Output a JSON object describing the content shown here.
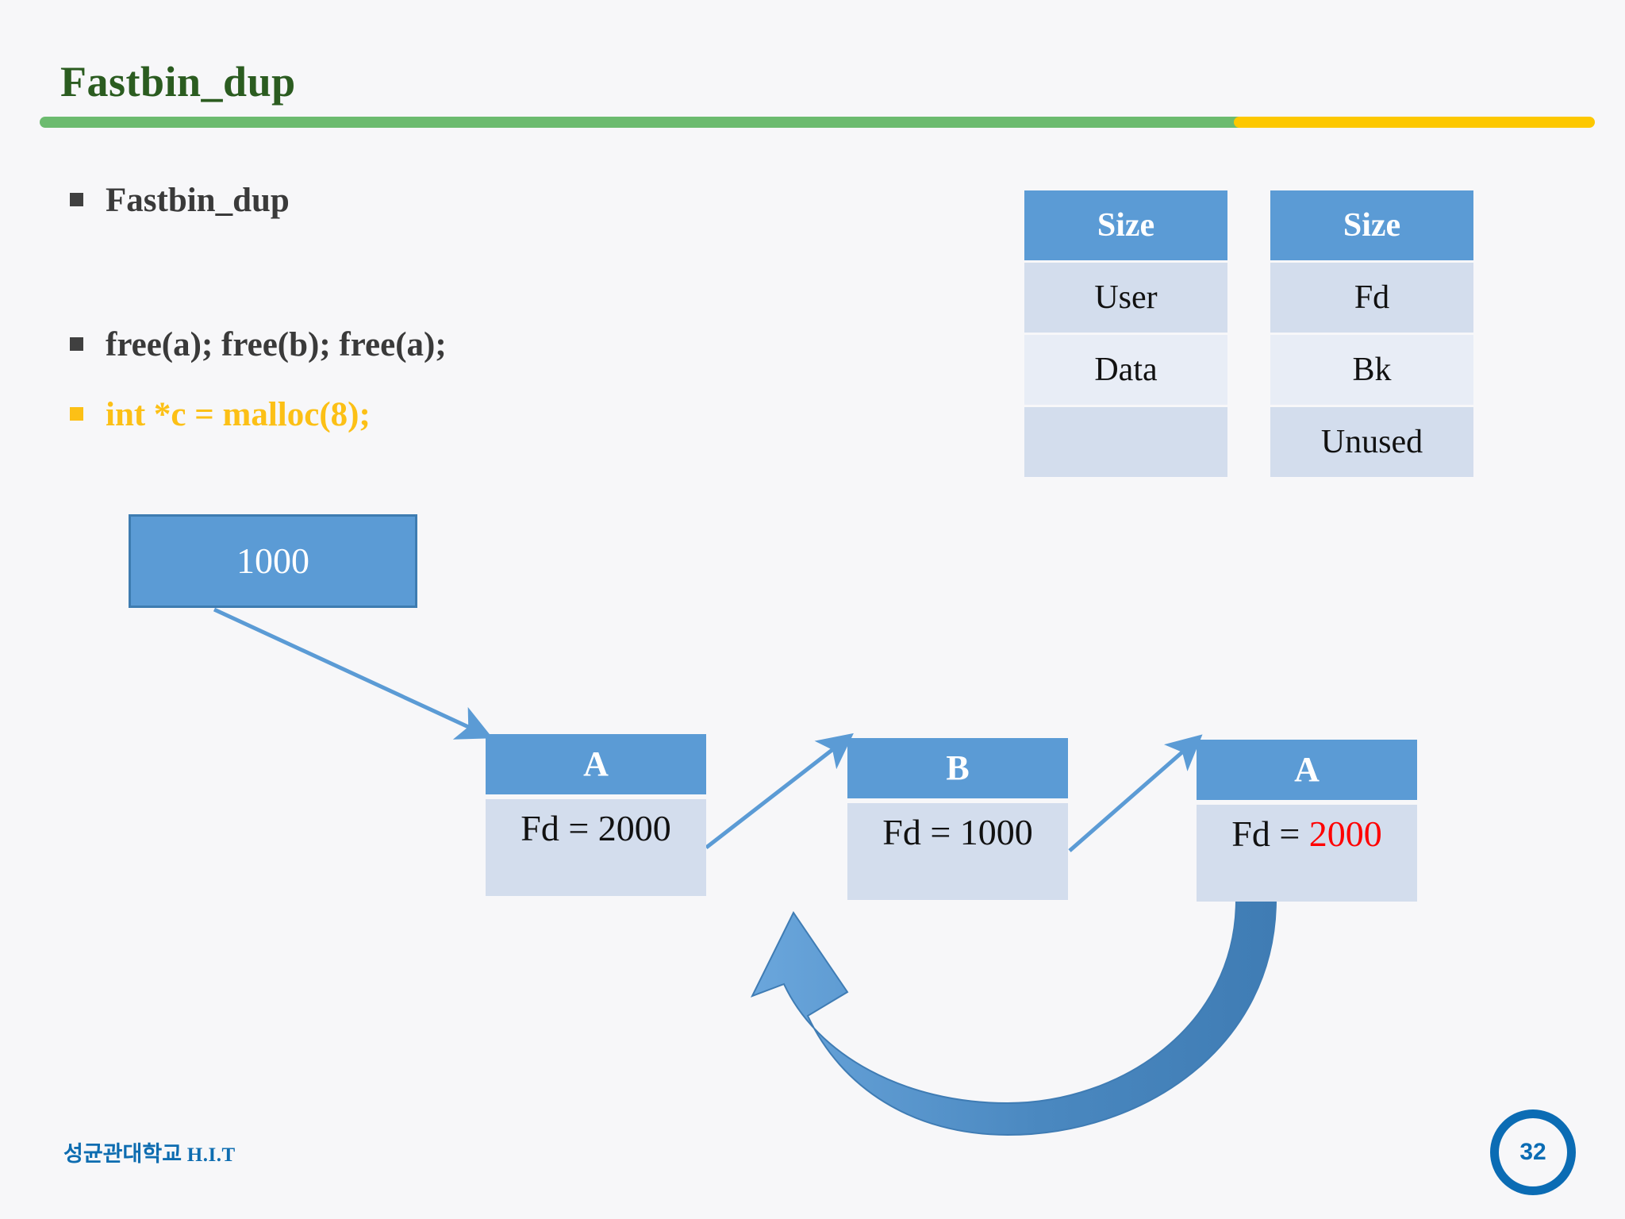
{
  "slide": {
    "title": "Fastbin_dup",
    "page_number": "32",
    "footer_org": "성균관대학교",
    "footer_lab": "H.I.T",
    "accent_green": "#6cbb6f",
    "accent_gold": "#fdc800",
    "accent_blue": "#5b9bd5",
    "title_color": "#2b5c20",
    "highlight_red": "#ff0000"
  },
  "bullets": [
    {
      "text": "Fastbin_dup",
      "color": "#3a3a3a"
    },
    {
      "text": "free(a); free(b); free(a);",
      "color": "#3a3a3a"
    },
    {
      "text": "int *c = malloc(8);",
      "color": "#fcc016"
    }
  ],
  "chunk_tables": [
    {
      "name": "allocated-chunk",
      "cells": [
        {
          "label": "Size",
          "style": "head"
        },
        {
          "label": "User",
          "style": "alt-a"
        },
        {
          "label": "Data",
          "style": "alt-b"
        },
        {
          "label": "",
          "style": "alt-a"
        }
      ]
    },
    {
      "name": "free-chunk",
      "cells": [
        {
          "label": "Size",
          "style": "head"
        },
        {
          "label": "Fd",
          "style": "alt-a"
        },
        {
          "label": "Bk",
          "style": "alt-b"
        },
        {
          "label": "Unused",
          "style": "alt-a"
        }
      ]
    }
  ],
  "diagram": {
    "root_box_label": "1000",
    "nodes": [
      {
        "header": "A",
        "body_prefix": "Fd = ",
        "body_value": "2000",
        "highlight": false
      },
      {
        "header": "B",
        "body_prefix": "Fd = ",
        "body_value": "1000",
        "highlight": false
      },
      {
        "header": "A",
        "body_prefix": "Fd = ",
        "body_value": "2000",
        "highlight": true
      }
    ]
  }
}
